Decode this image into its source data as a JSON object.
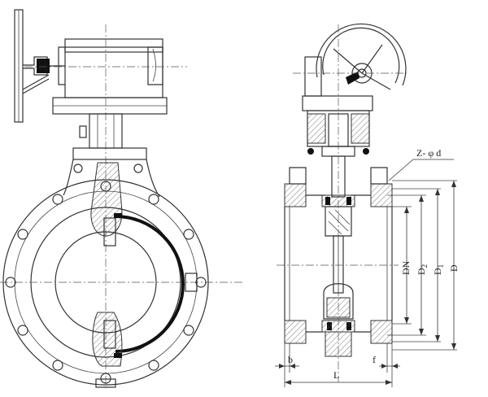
{
  "labels": {
    "z_phi_d": "Z- φ d",
    "dn": "DN",
    "d2": "D",
    "d2_sub": "2",
    "d1": "D",
    "d1_sub": "1",
    "d": "D",
    "b": "b",
    "f": "f",
    "l": "L"
  }
}
